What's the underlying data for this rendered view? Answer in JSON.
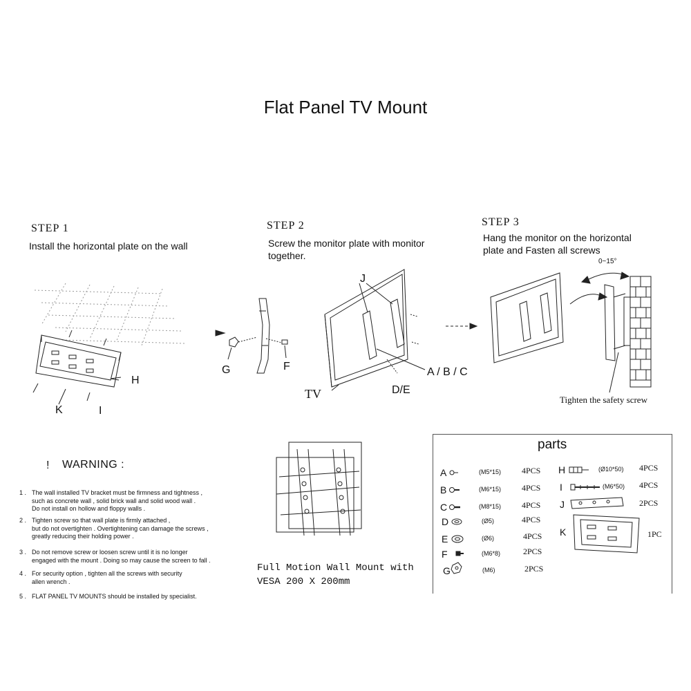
{
  "title": "Flat Panel TV Mount",
  "steps": [
    {
      "heading": "STEP 1",
      "text": "Install the horizontal plate on the wall"
    },
    {
      "heading": "STEP 2",
      "text_line1": "Screw the monitor plate with monitor",
      "text_line2": "together."
    },
    {
      "heading": "STEP 3",
      "text_line1": "Hang the monitor on the horizontal",
      "text_line2": "plate and Fasten all screws"
    }
  ],
  "diagram_labels": {
    "step1": {
      "h": "H",
      "k": "K",
      "i": "I"
    },
    "step2": {
      "g": "G",
      "f": "F",
      "j": "J",
      "tv": "TV",
      "abc": "A / B / C",
      "de": "D/E"
    },
    "step3": {
      "angle": "0~15°",
      "safety": "Tighten the safety screw"
    }
  },
  "warning": {
    "icon": "!",
    "heading": "WARNING :",
    "items": [
      {
        "num": "1 .",
        "lines": [
          "The wall installed TV bracket must be firmness and tightness ,",
          "such as concrete wall , solid brick wall and solid wood wall .",
          "Do not install on hollow and floppy walls ."
        ]
      },
      {
        "num": "2 .",
        "lines": [
          "Tighten screw so that wall plate is firmly attached ,",
          "but do not overtighten . Overtightening can damage the screws ,",
          "greatly reducing their holding power ."
        ]
      },
      {
        "num": "3 .",
        "lines": [
          "Do not remove screw or loosen screw until it is no longer",
          "engaged with the mount . Doing so may cause the screen to fall ."
        ]
      },
      {
        "num": "4 .",
        "lines": [
          "For security option , tighten all the screws with security",
          "allen wrench ."
        ]
      },
      {
        "num": "5 .",
        "lines": [
          "FLAT PANEL TV MOUNTS should be installed by specialist."
        ]
      }
    ]
  },
  "caption": {
    "line1": "Full Motion Wall Mount with",
    "line2": "VESA 200 X 200mm"
  },
  "parts": {
    "title": "parts",
    "left": [
      {
        "letter": "A",
        "size": "(M5*15)",
        "qty": "4PCS"
      },
      {
        "letter": "B",
        "size": "(M6*15)",
        "qty": "4PCS"
      },
      {
        "letter": "C",
        "size": "(M8*15)",
        "qty": "4PCS"
      },
      {
        "letter": "D",
        "size": "(Ø5)",
        "qty": "4PCS"
      },
      {
        "letter": "E",
        "size": "(Ø6)",
        "qty": "4PCS"
      },
      {
        "letter": "F",
        "size": "(M6*8)",
        "qty": "2PCS"
      },
      {
        "letter": "G",
        "size": "(M6)",
        "qty": "2PCS"
      }
    ],
    "right": [
      {
        "letter": "H",
        "size": "(Ø10*50)",
        "qty": "4PCS"
      },
      {
        "letter": "I",
        "size": "(M6*50)",
        "qty": "4PCS"
      },
      {
        "letter": "J",
        "size": "",
        "qty": "2PCS"
      },
      {
        "letter": "K",
        "size": "",
        "qty": "1PC"
      }
    ]
  }
}
